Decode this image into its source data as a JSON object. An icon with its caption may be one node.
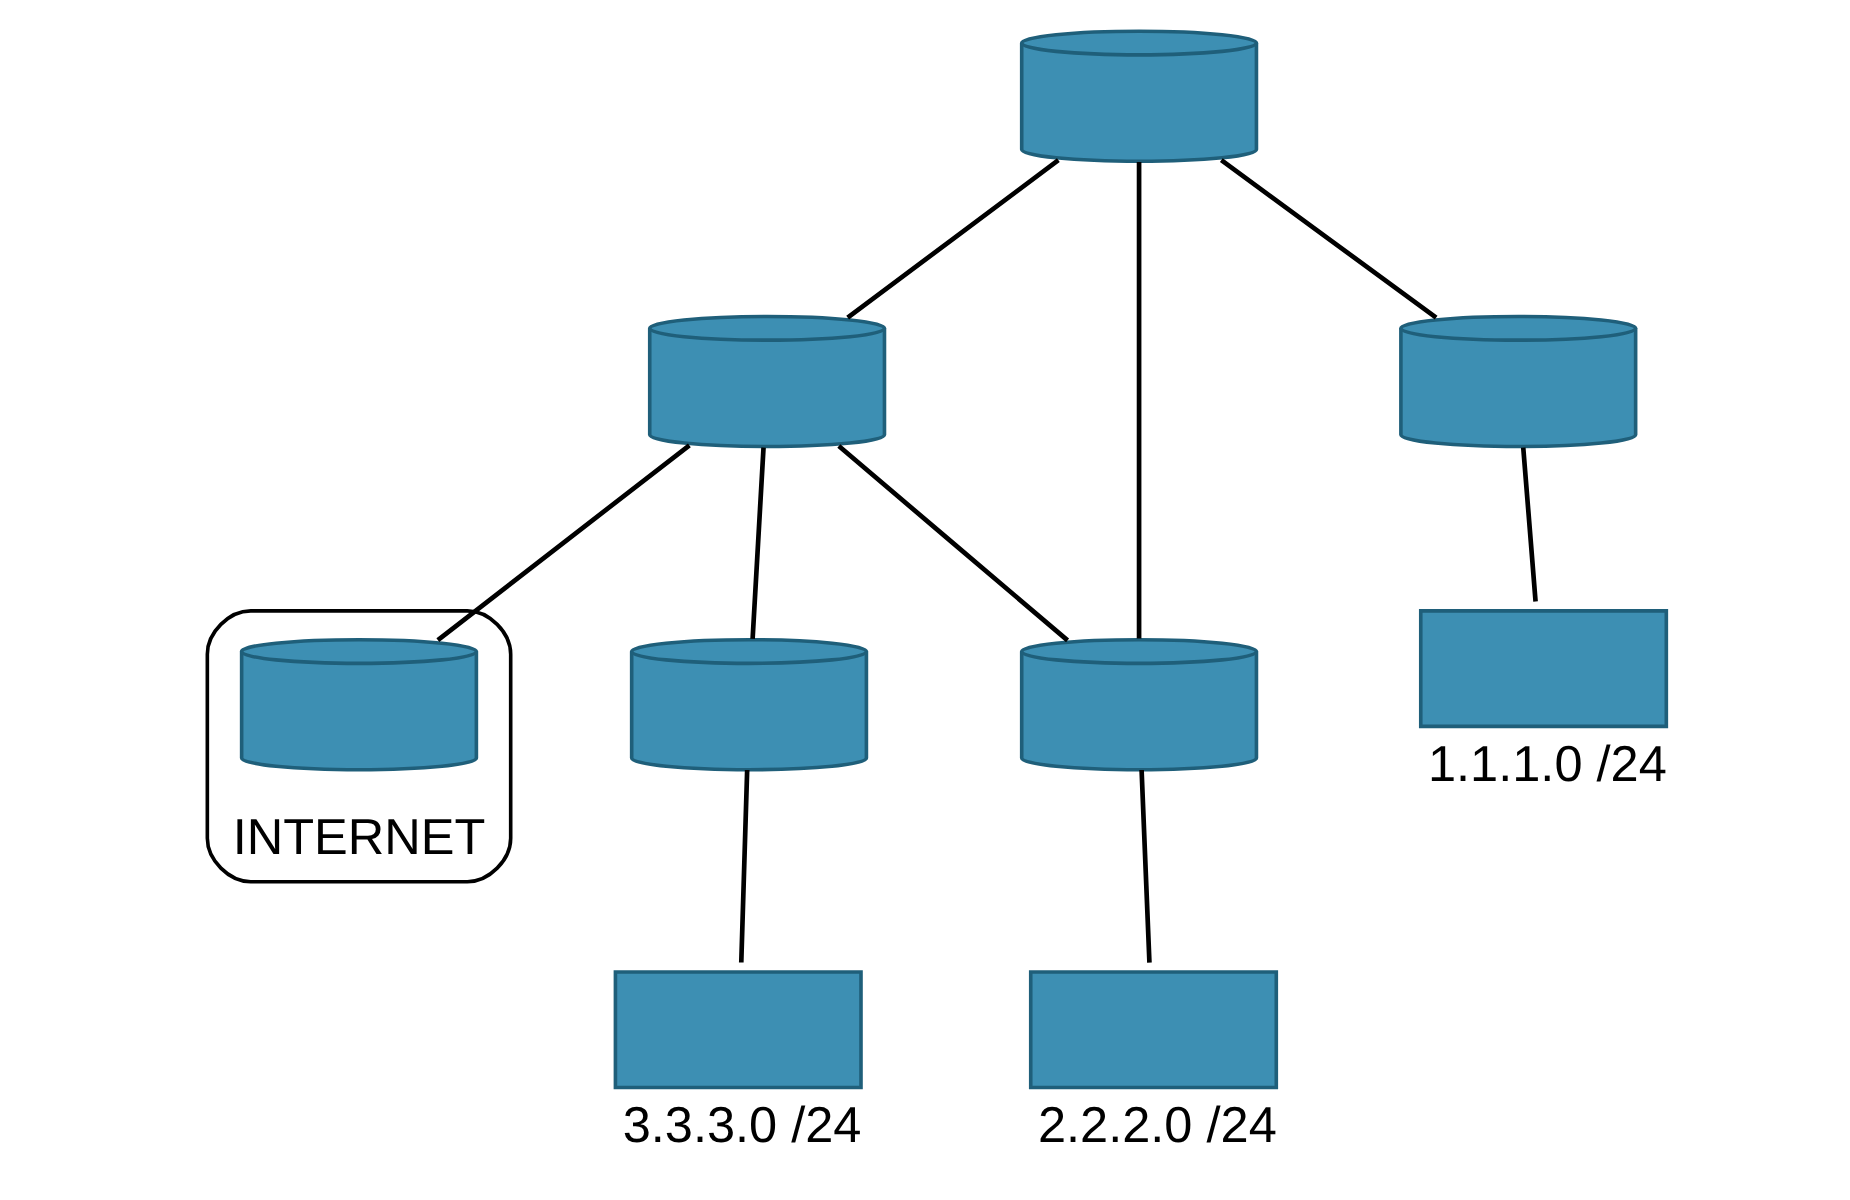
{
  "diagram": {
    "nodes": [
      {
        "text": [],
        "shape": "cylinder"
      },
      {
        "text": [],
        "shape": "cylinder"
      },
      {
        "text": [
          "INTERNET"
        ]
      },
      {
        "text": [],
        "shape": "cylinder",
        "in": 2
      },
      {
        "text": [],
        "shape": "cylinder"
      },
      {
        "text": [],
        "shape": "cylinder"
      },
      {
        "text": [],
        "shape": "cylinder"
      },
      {
        "text": [],
        "shape": "box",
        "beside": [
          "1.1.1.0 /24"
        ]
      },
      {
        "text": [],
        "shape": "box",
        "beside": [
          "3.3.3.0 /24"
        ]
      },
      {
        "text": [],
        "shape": "box",
        "beside": [
          "2.2.2.0 /24"
        ]
      }
    ],
    "edges": [
      {
        "from": 0,
        "to": 1,
        "arrow": "none"
      },
      {
        "from": 1,
        "to": 3,
        "arrow": "none"
      },
      {
        "from": 0,
        "to": 4,
        "arrow": "none"
      },
      {
        "from": 0,
        "to": 6,
        "arrow": "none"
      },
      {
        "from": 1,
        "to": 6,
        "arrow": "none"
      },
      {
        "from": 1,
        "to": 5,
        "arrow": "none"
      },
      {
        "from": 4,
        "to": 7,
        "arrow": "none"
      },
      {
        "from": 6,
        "to": 9,
        "arrow": "none"
      },
      {
        "from": 5,
        "to": 8,
        "arrow": "none"
      }
    ]
  }
}
